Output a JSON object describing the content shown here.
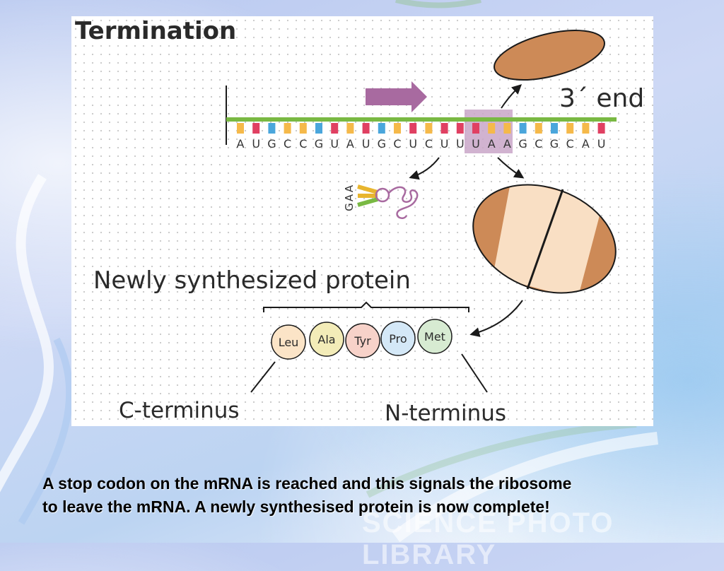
{
  "diagram": {
    "title": "Termination",
    "end_label": "3´ end",
    "mrna_bases": [
      "A",
      "U",
      "G",
      "C",
      "C",
      "G",
      "U",
      "A",
      "U",
      "G",
      "C",
      "U",
      "C",
      "U",
      "U",
      "U",
      "A",
      "A",
      "G",
      "C",
      "G",
      "C",
      "A",
      "U"
    ],
    "trna_anticodon": [
      "G",
      "A",
      "A"
    ],
    "protein_heading": "Newly synthesized protein",
    "amino_acids": [
      "Leu",
      "Ala",
      "Tyr",
      "Pro",
      "Met"
    ],
    "c_terminus": "C-terminus",
    "n_terminus": "N-terminus"
  },
  "caption": {
    "line1": "A stop codon on the mRNA is reached and this signals the ribosome",
    "line2": "to leave the mRNA. A newly synthesised protein is now complete!"
  },
  "watermark": "SCIENCE PHOTO LIBRARY",
  "colors": {
    "strand": "#79b943",
    "arrow": "#a86aa0",
    "ribosome": "#cd8a57",
    "ribosome_light": "#f9dfc4",
    "stop_codon_highlight": "#c9a6c8"
  }
}
